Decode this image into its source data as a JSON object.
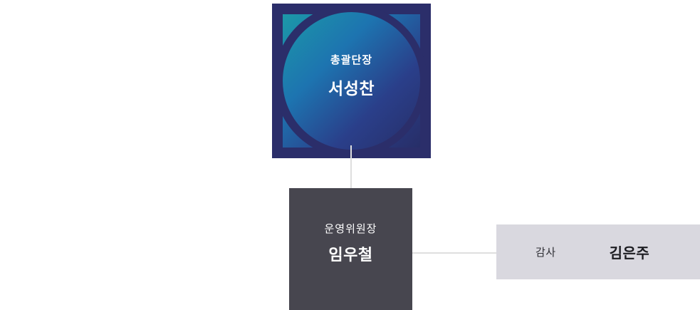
{
  "nodes": {
    "director": {
      "role": "총괄단장",
      "name": "서성찬"
    },
    "chairman": {
      "role": "운영위원장",
      "name": "임우철"
    },
    "auditor": {
      "role": "감사",
      "name": "김은주"
    }
  },
  "colors": {
    "navy": "#2b2e6a",
    "teal": "#1c98a8",
    "blue-mid": "#1d74b0",
    "blue-deep": "#2a3f8a",
    "navy-deep": "#272e68",
    "slate": "#47464f",
    "panel-gray": "#d9d8df",
    "connector": "#dfdfdf",
    "text-light": "#ffffff",
    "text-dark": "#2f2f35",
    "text-darker": "#1c1c21"
  }
}
